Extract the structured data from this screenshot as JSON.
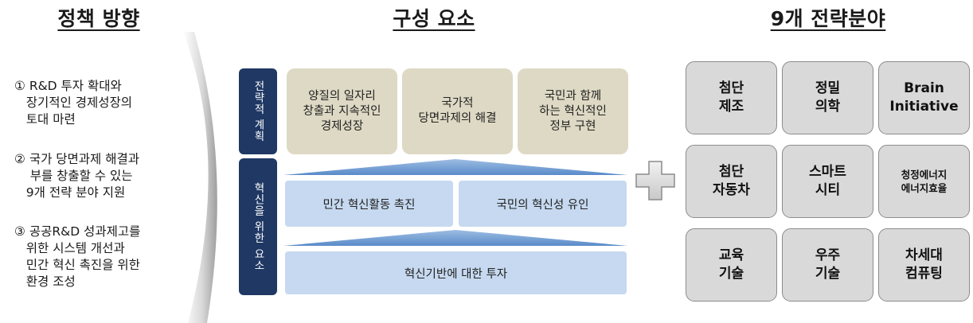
{
  "headings": {
    "policy": "정책 방향",
    "components": "구성 요소",
    "fields": "9개 전략분야"
  },
  "policy_items": [
    "① R&D 투자 확대와\n   장기적인 경제성장의\n   토대 마련",
    "② 국가 당면과제 해결과\n    부를 창출할 수 있는\n   9개 전략 분야 지원",
    "③ 공공R&D 성과제고를\n   위한 시스템 개선과\n   민간 혁신 촉진을 위한\n   환경 조성"
  ],
  "side_labels": {
    "strategic_plan": "전략적 계획",
    "innovation_elements": "혁신을 위한 요소"
  },
  "goals": [
    "양질의 일자리\n창출과 지속적인\n경제성장",
    "국가적\n당면과제의 해결",
    "국민과 함께\n하는 혁신적인\n정부 구현"
  ],
  "elements": {
    "private_innovation": "민간 혁신활동 촉진",
    "public_innovation": "국민의 혁신성 유인",
    "infrastructure": "혁신기반에 대한 투자"
  },
  "plus_sign": "+",
  "fields": [
    "첨단\n제조",
    "정밀\n의학",
    "Brain\nInitiative",
    "첨단\n자동차",
    "스마트\n시티",
    "청정에너지\n에너지효율",
    "교육\n기술",
    "우주\n기술",
    "차세대\n컴퓨팅"
  ],
  "colors": {
    "label_navy": "#1f3864",
    "goal_beige": "#ddd9c4",
    "element_blue": "#c6d9f0",
    "field_gray": "#d9d9d9"
  }
}
